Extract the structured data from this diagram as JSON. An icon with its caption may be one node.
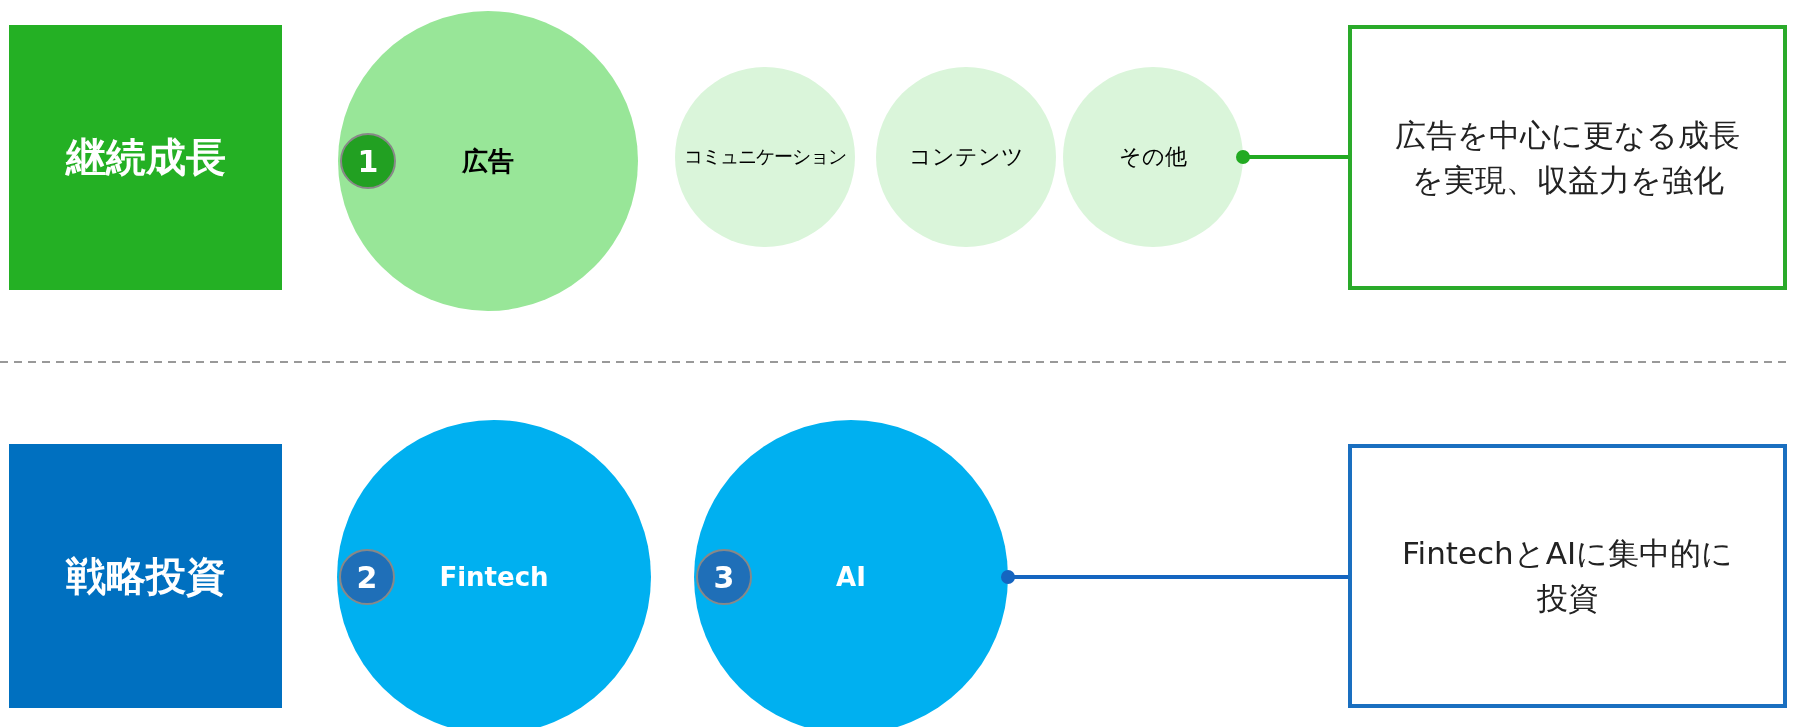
{
  "diagram": {
    "nodes": [
      {
        "text": [
          "継続成長"
        ]
      },
      {
        "text": [
          "1"
        ],
        "in": 2
      },
      {
        "text": [
          "広告"
        ]
      },
      {
        "text": [
          "コミュニケーション"
        ]
      },
      {
        "text": [
          "コンテンツ"
        ]
      },
      {
        "text": [
          "その他"
        ]
      },
      {
        "text": [
          "広告を中心に更なる成長を実現、収益力を強化"
        ]
      },
      {
        "text": [
          "戦略投資"
        ]
      },
      {
        "text": [
          "2"
        ],
        "in": 9
      },
      {
        "text": [
          "Fintech"
        ]
      },
      {
        "text": [
          "3"
        ],
        "in": 11
      },
      {
        "text": [
          "AI"
        ]
      },
      {
        "text": [
          "FintechとAIに集中的に投資"
        ]
      }
    ],
    "edges": [
      {
        "from": 5,
        "to": 6,
        "arrow": "other",
        "color": "#22aa22"
      },
      {
        "from": 11,
        "to": 12,
        "arrow": "other",
        "color": "#1565c0"
      }
    ]
  }
}
